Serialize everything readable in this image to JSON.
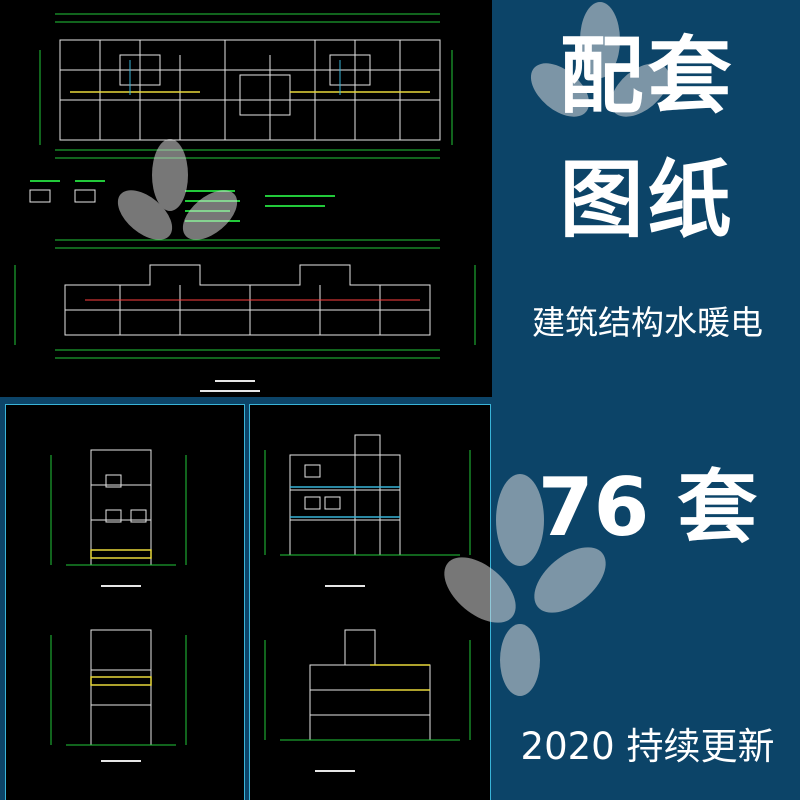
{
  "promo": {
    "title_line1": "配套",
    "title_line2": "图纸",
    "subtitle": "建筑结构水暖电",
    "count": "76 套",
    "footer": "2020 持续更新"
  },
  "colors": {
    "background_right": "#0c4468",
    "cad_background": "#000000",
    "cad_line_green": "#22c93a",
    "cad_line_white": "#e6e6e6",
    "cad_line_yellow": "#e7d83a",
    "cad_line_cyan": "#39b4d8",
    "cad_line_red": "#ff4040",
    "watermark": "#d9d9d9",
    "text": "#ffffff"
  },
  "watermark": {
    "icon": "leaf-flower-watermark"
  }
}
